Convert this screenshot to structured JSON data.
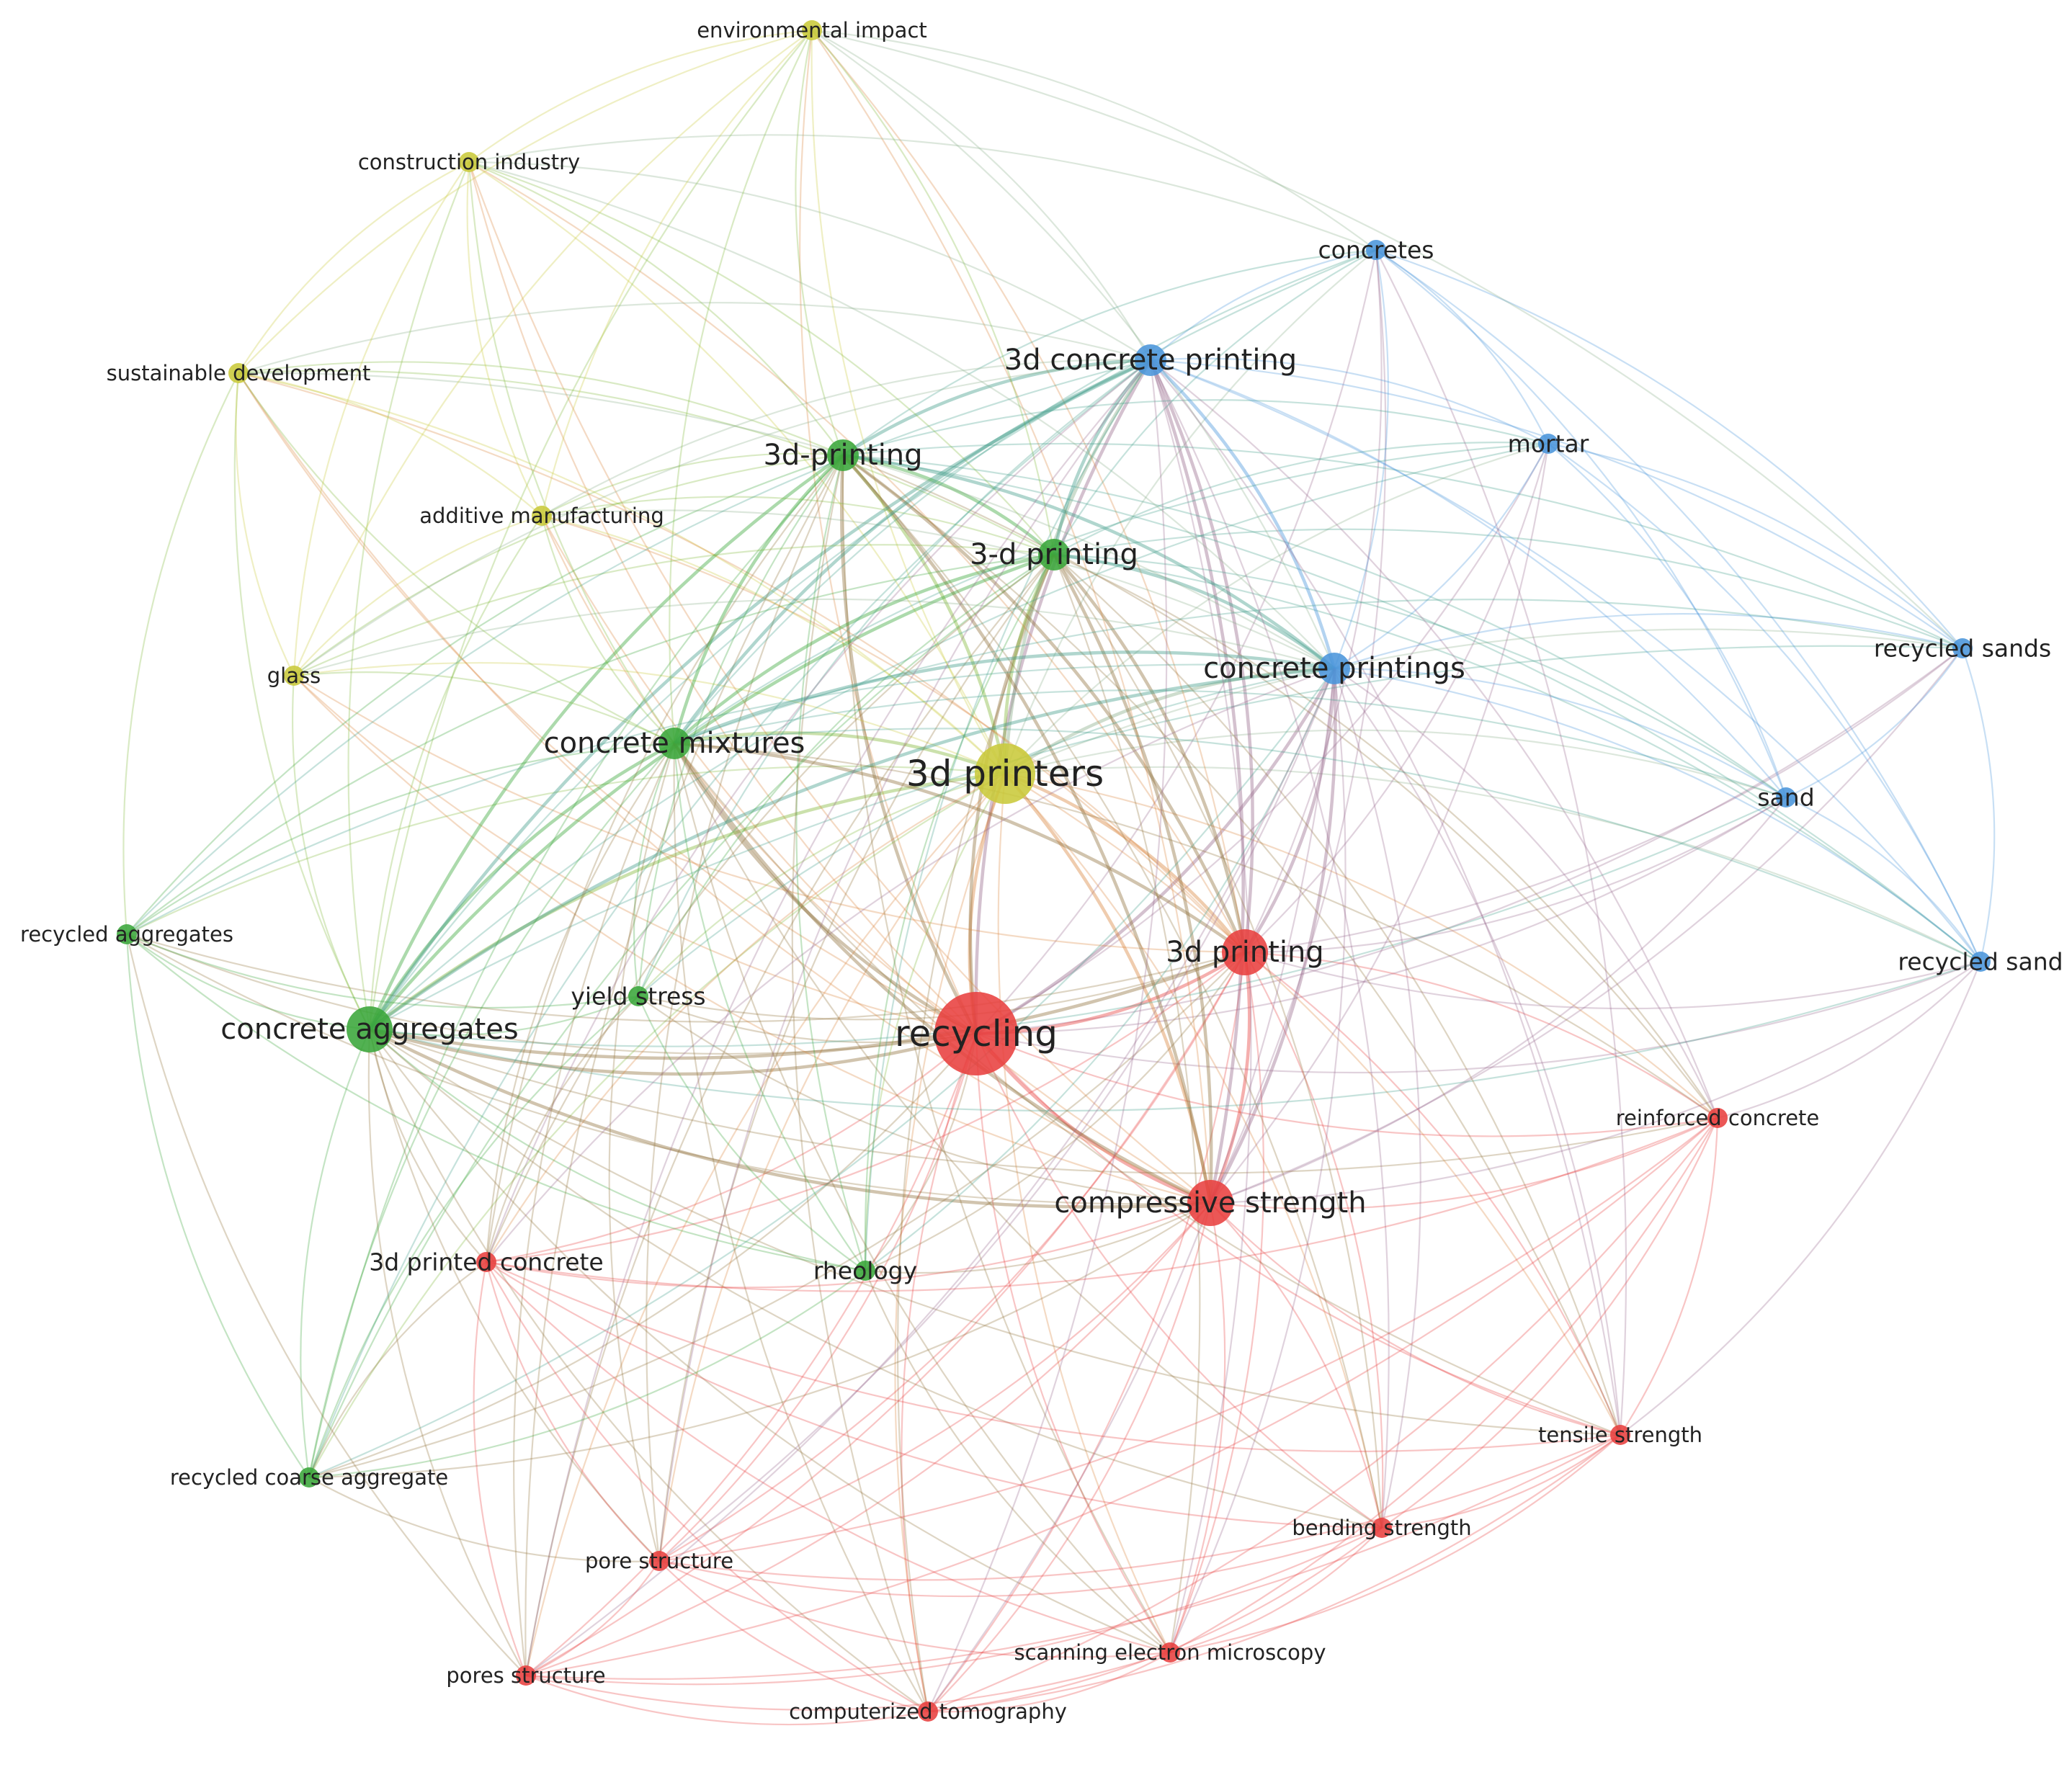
{
  "clusters": {
    "red": "#e8403f",
    "green": "#3aa63a",
    "blue": "#4a95db",
    "yellow": "#c9c93a"
  },
  "nodes": [
    {
      "id": "environmental-impact",
      "label": "environmental impact",
      "cluster": "yellow",
      "weight": 1
    },
    {
      "id": "construction-industry",
      "label": "construction industry",
      "cluster": "yellow",
      "weight": 1
    },
    {
      "id": "sustainable-development",
      "label": "sustainable development",
      "cluster": "yellow",
      "weight": 1
    },
    {
      "id": "additive-manufacturing",
      "label": "additive manufacturing",
      "cluster": "yellow",
      "weight": 1
    },
    {
      "id": "glass",
      "label": "glass",
      "cluster": "yellow",
      "weight": 1
    },
    {
      "id": "3d-printers",
      "label": "3d printers",
      "cluster": "yellow",
      "weight": 4
    },
    {
      "id": "3d-printing-hyphen",
      "label": "3d-printing",
      "cluster": "green",
      "weight": 2
    },
    {
      "id": "3-d-printing",
      "label": "3-d printing",
      "cluster": "green",
      "weight": 2
    },
    {
      "id": "concrete-mixtures",
      "label": "concrete mixtures",
      "cluster": "green",
      "weight": 2
    },
    {
      "id": "recycled-aggregates",
      "label": "recycled aggregates",
      "cluster": "green",
      "weight": 1
    },
    {
      "id": "concrete-aggregates",
      "label": "concrete aggregates",
      "cluster": "green",
      "weight": 3
    },
    {
      "id": "yield-stress",
      "label": "yield stress",
      "cluster": "green",
      "weight": 1
    },
    {
      "id": "rheology",
      "label": "rheology",
      "cluster": "green",
      "weight": 1
    },
    {
      "id": "recycled-coarse-aggregate",
      "label": "recycled coarse aggregate",
      "cluster": "green",
      "weight": 1
    },
    {
      "id": "concretes",
      "label": "concretes",
      "cluster": "blue",
      "weight": 1
    },
    {
      "id": "3d-concrete-printing",
      "label": "3d concrete printing",
      "cluster": "blue",
      "weight": 2
    },
    {
      "id": "mortar",
      "label": "mortar",
      "cluster": "blue",
      "weight": 1
    },
    {
      "id": "concrete-printings",
      "label": "concrete printings",
      "cluster": "blue",
      "weight": 2
    },
    {
      "id": "recycled-sands",
      "label": "recycled sands",
      "cluster": "blue",
      "weight": 1
    },
    {
      "id": "sand",
      "label": "sand",
      "cluster": "blue",
      "weight": 1
    },
    {
      "id": "recycled-sand",
      "label": "recycled sand",
      "cluster": "blue",
      "weight": 1
    },
    {
      "id": "3d-printing",
      "label": "3d printing",
      "cluster": "red",
      "weight": 3
    },
    {
      "id": "recycling",
      "label": "recycling",
      "cluster": "red",
      "weight": 5
    },
    {
      "id": "reinforced-concrete",
      "label": "reinforced concrete",
      "cluster": "red",
      "weight": 1
    },
    {
      "id": "compressive-strength",
      "label": "compressive strength",
      "cluster": "red",
      "weight": 3
    },
    {
      "id": "3d-printed-concrete",
      "label": "3d printed concrete",
      "cluster": "red",
      "weight": 1
    },
    {
      "id": "tensile-strength",
      "label": "tensile strength",
      "cluster": "red",
      "weight": 1
    },
    {
      "id": "bending-strength",
      "label": "bending strength",
      "cluster": "red",
      "weight": 1
    },
    {
      "id": "pore-structure",
      "label": "pore structure",
      "cluster": "red",
      "weight": 1
    },
    {
      "id": "scanning-electron-microscopy",
      "label": "scanning electron microscopy",
      "cluster": "red",
      "weight": 1
    },
    {
      "id": "pores-structure",
      "label": "pores structure",
      "cluster": "red",
      "weight": 1
    },
    {
      "id": "computerized-tomography",
      "label": "computerized tomography",
      "cluster": "red",
      "weight": 1
    }
  ]
}
